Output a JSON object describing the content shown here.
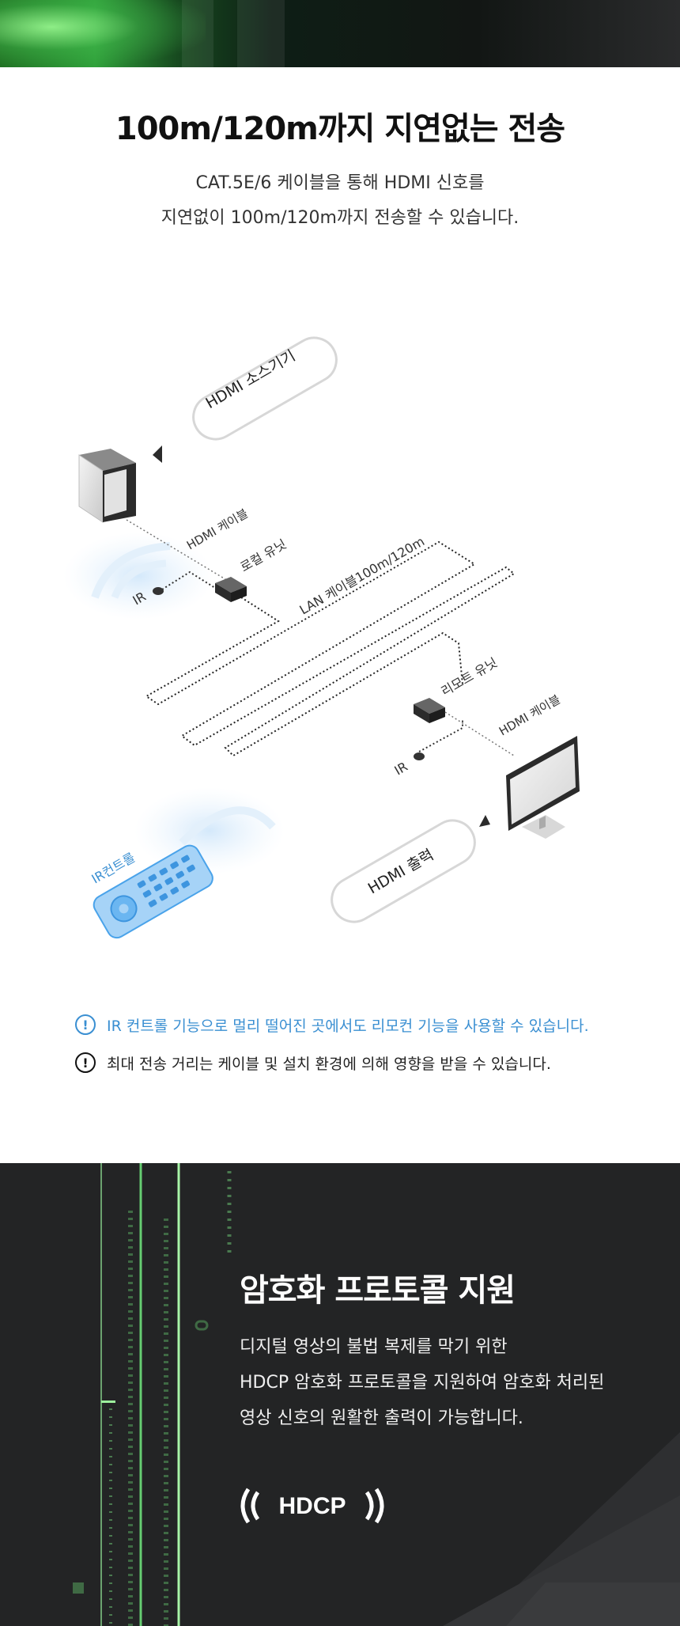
{
  "section1": {
    "title": "100m/120m까지 지연없는 전송",
    "desc_line1": "CAT.5E/6 케이블을 통해 HDMI 신호를",
    "desc_line2": "지연없이 100m/120m까지 전송할 수 있습니다."
  },
  "diagram": {
    "hdmi_source": "HDMI 소스기기",
    "hdmi_cable_top": "HDMI 케이블",
    "local_unit": "로컬 유닛",
    "ir_top": "IR",
    "lan_cable": "LAN 케이블100m/120m",
    "remote_unit": "리모트 유닛",
    "hdmi_cable_bottom": "HDMI 케이블",
    "ir_bottom": "IR",
    "ir_control": "IR컨트롤",
    "hdmi_output": "HDMI 출력"
  },
  "notes": {
    "icon": "!",
    "blue": "IR 컨트롤 기능으로 멀리 떨어진 곳에서도 리모컨 기능을 사용할 수 있습니다.",
    "black": "최대 전송 거리는 케이블 및 설치 환경에 의해 영향을 받을 수 있습니다."
  },
  "section2": {
    "title": "암호화 프로토콜 지원",
    "desc_line1": "디지털 영상의 불법 복제를 막기 위한",
    "desc_line2": "HDCP 암호화 프로토콜을 지원하여 암호화 처리된",
    "desc_line3": "영상 신호의 원활한 출력이 가능합니다.",
    "hdcp_logo": "HDCP"
  },
  "colors": {
    "accent_blue": "#3a8fd2",
    "dark_bg": "#232425",
    "green_glow": "#4cd964"
  }
}
